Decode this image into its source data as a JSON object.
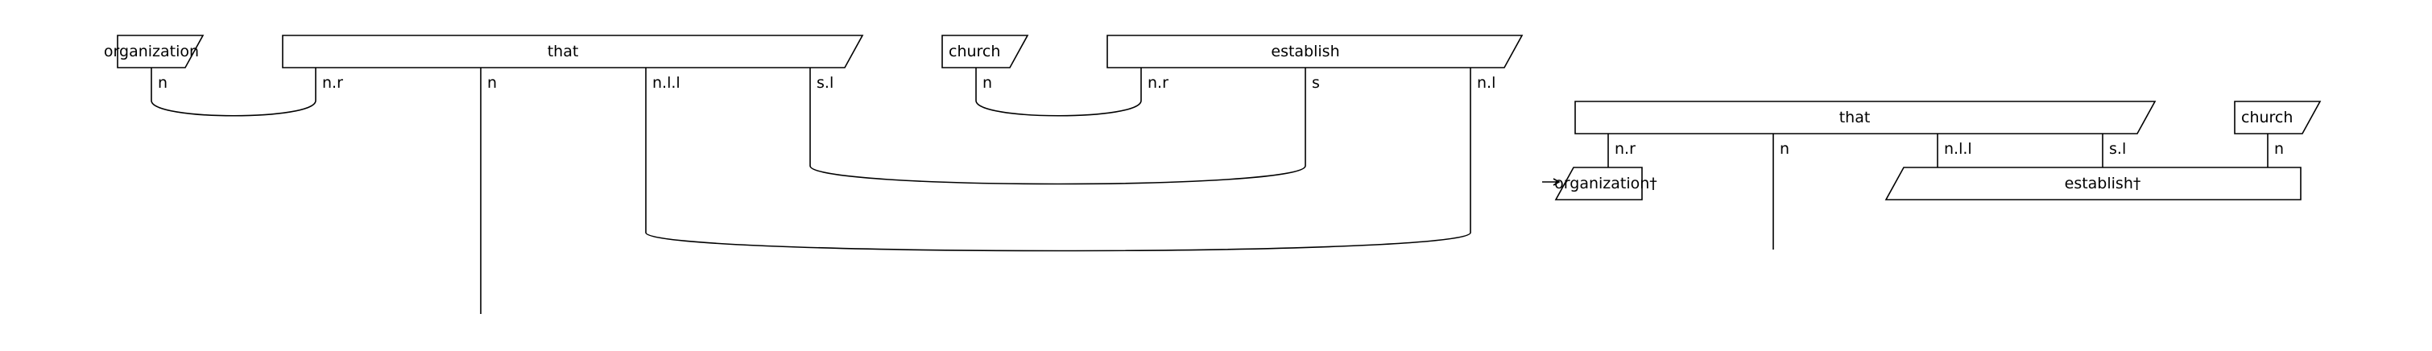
{
  "diagram": {
    "left": {
      "boxes": {
        "organization": "organization",
        "that": "that",
        "church": "church",
        "establish": "establish"
      },
      "wires": {
        "org_n": "n",
        "that_nr": "n.r",
        "that_n": "n",
        "that_nll": "n.l.l",
        "that_sl": "s.l",
        "church_n": "n",
        "est_nr": "n.r",
        "est_s": "s",
        "est_nl": "n.l"
      }
    },
    "right": {
      "boxes": {
        "that": "that",
        "church": "church",
        "organization_dagger": "organization†",
        "establish_dagger": "establish†"
      },
      "wires": {
        "that_nr": "n.r",
        "that_n": "n",
        "that_nll": "n.l.l",
        "that_sl": "s.l",
        "church_n": "n"
      }
    }
  }
}
